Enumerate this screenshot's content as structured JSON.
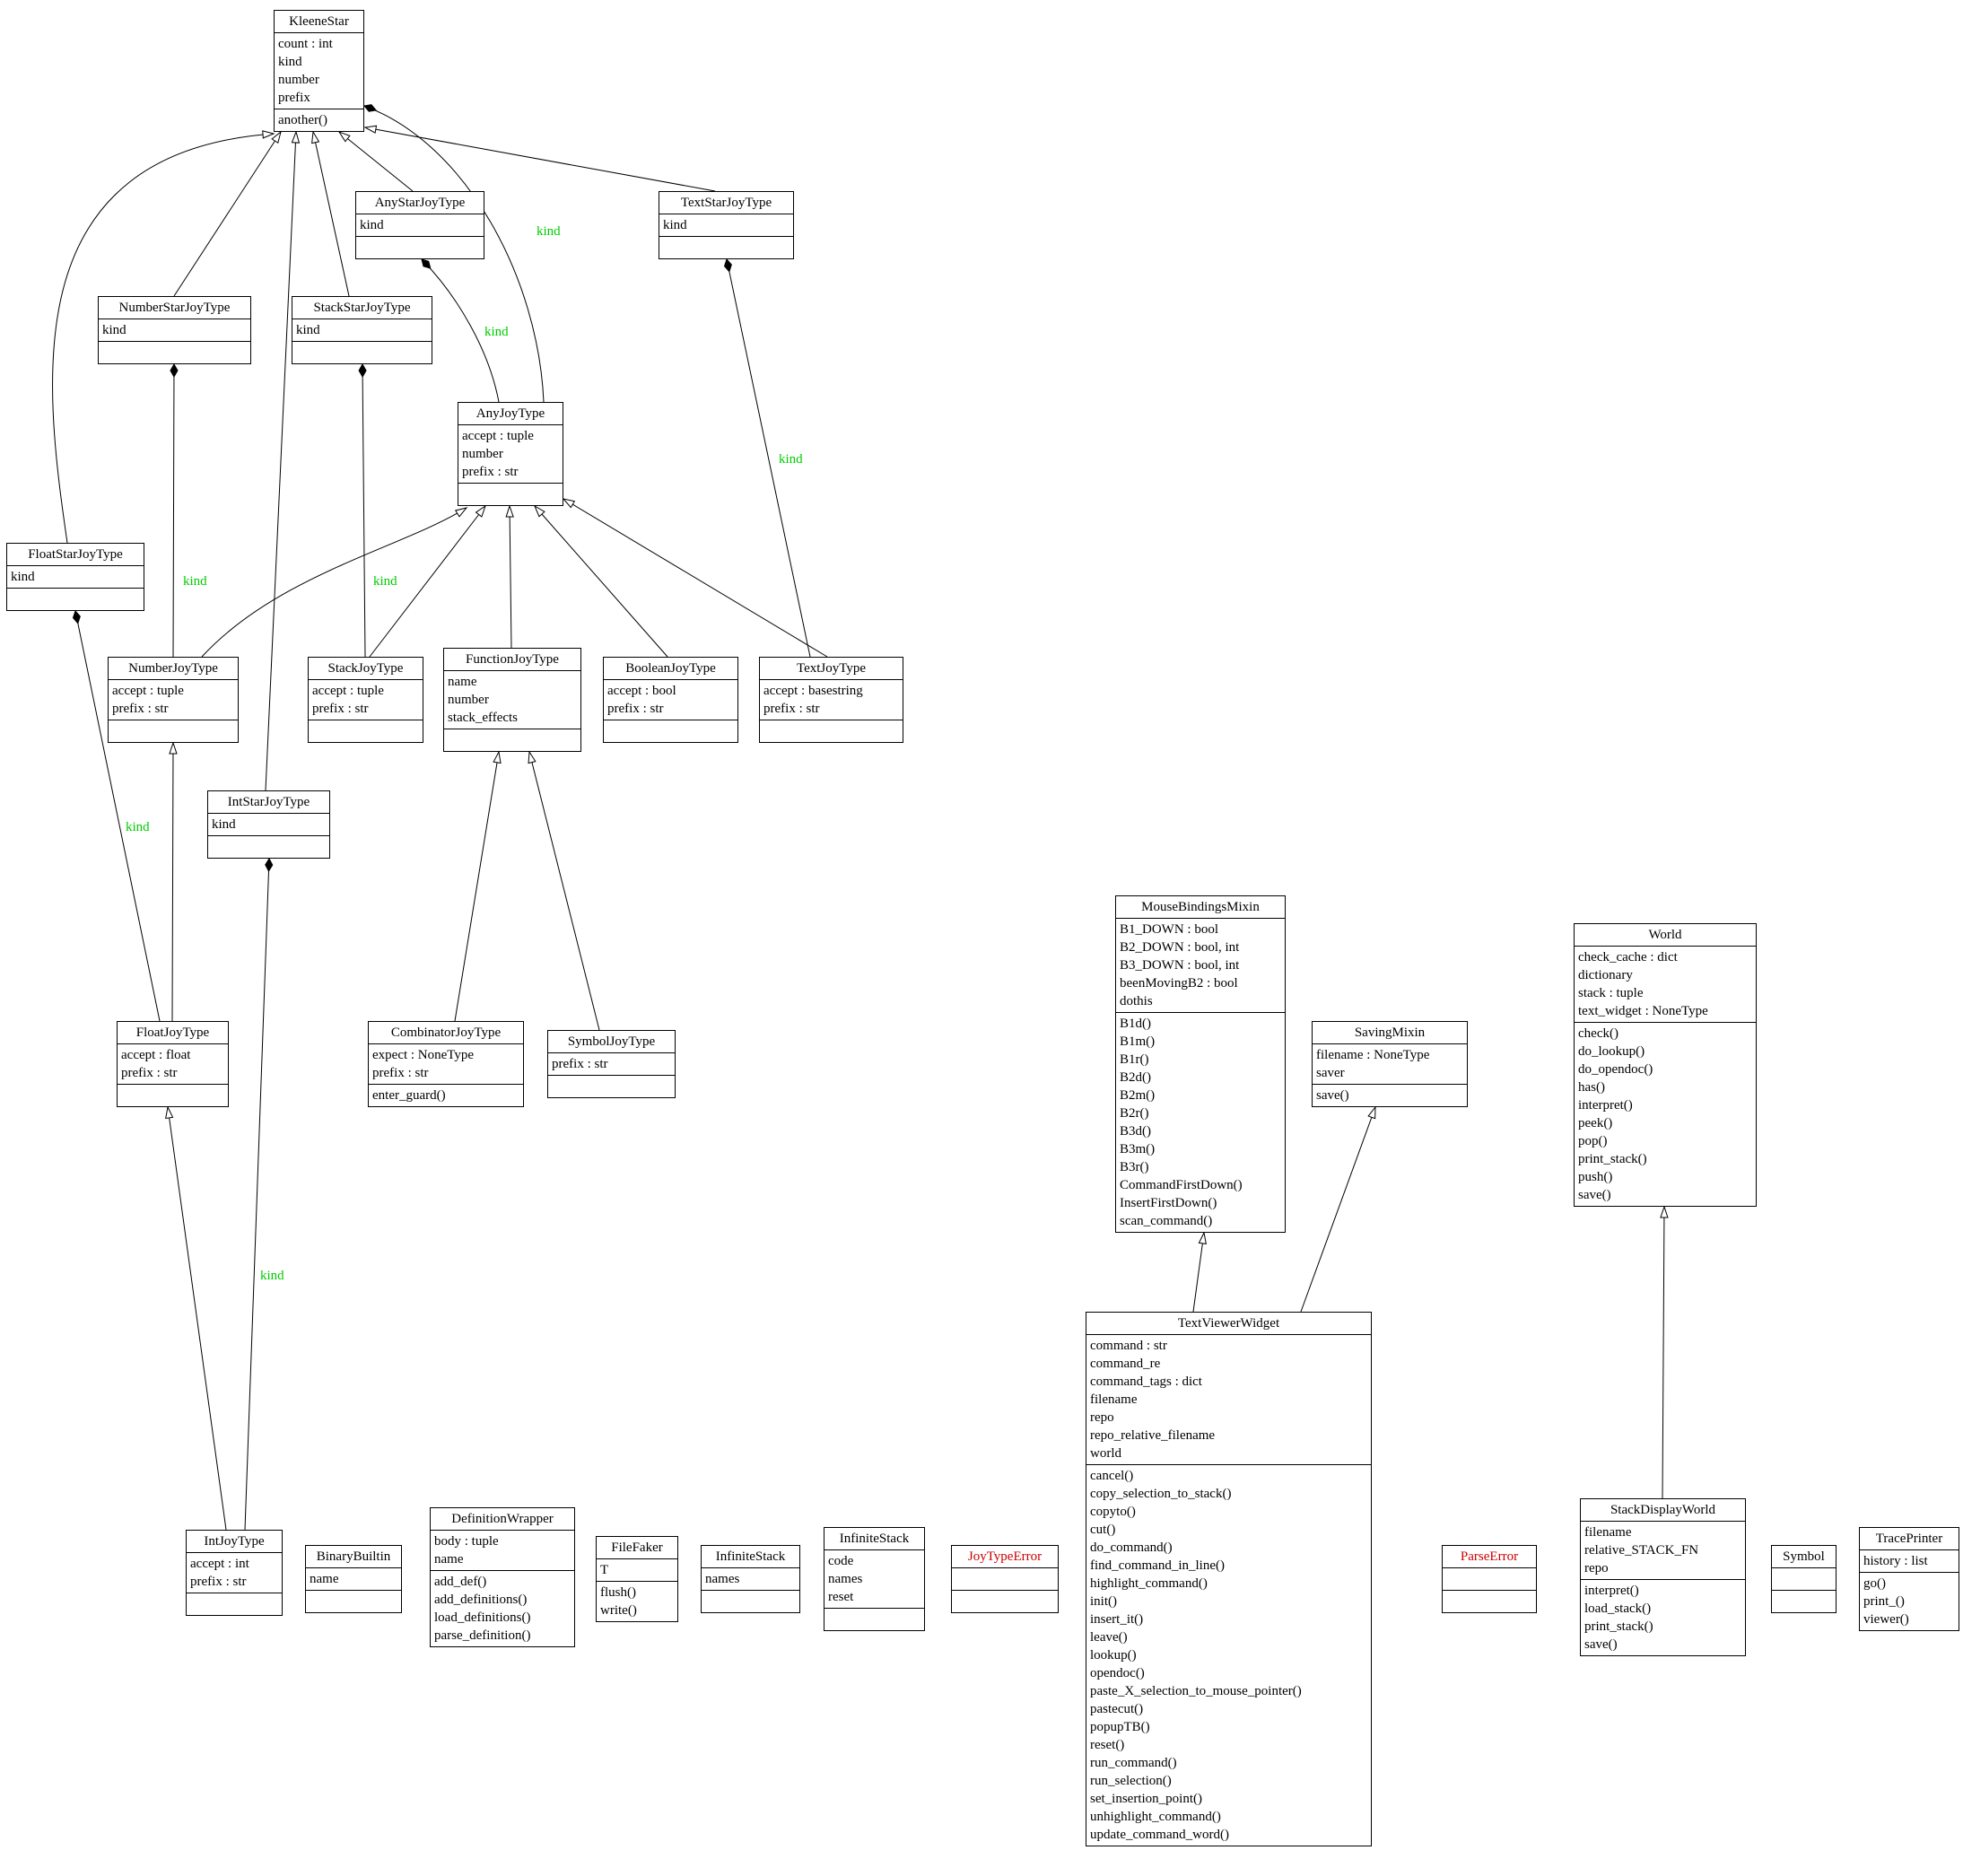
{
  "diagram": {
    "background_color": "#ffffff",
    "edge_label_color": "#00cc00",
    "error_class_color": "#cc0000"
  },
  "classes": {
    "KleeneStar": {
      "name": "KleeneStar",
      "attributes": [
        "count : int",
        "kind",
        "number",
        "prefix"
      ],
      "methods": [
        "another()"
      ]
    },
    "AnyStarJoyType": {
      "name": "AnyStarJoyType",
      "attributes": [
        "kind"
      ],
      "methods": []
    },
    "TextStarJoyType": {
      "name": "TextStarJoyType",
      "attributes": [
        "kind"
      ],
      "methods": []
    },
    "NumberStarJoyType": {
      "name": "NumberStarJoyType",
      "attributes": [
        "kind"
      ],
      "methods": []
    },
    "StackStarJoyType": {
      "name": "StackStarJoyType",
      "attributes": [
        "kind"
      ],
      "methods": []
    },
    "AnyJoyType": {
      "name": "AnyJoyType",
      "attributes": [
        "accept : tuple",
        "number",
        "prefix : str"
      ],
      "methods": []
    },
    "FloatStarJoyType": {
      "name": "FloatStarJoyType",
      "attributes": [
        "kind"
      ],
      "methods": []
    },
    "NumberJoyType": {
      "name": "NumberJoyType",
      "attributes": [
        "accept : tuple",
        "prefix : str"
      ],
      "methods": []
    },
    "StackJoyType": {
      "name": "StackJoyType",
      "attributes": [
        "accept : tuple",
        "prefix : str"
      ],
      "methods": []
    },
    "FunctionJoyType": {
      "name": "FunctionJoyType",
      "attributes": [
        "name",
        "number",
        "stack_effects"
      ],
      "methods": []
    },
    "BooleanJoyType": {
      "name": "BooleanJoyType",
      "attributes": [
        "accept : bool",
        "prefix : str"
      ],
      "methods": []
    },
    "TextJoyType": {
      "name": "TextJoyType",
      "attributes": [
        "accept : basestring",
        "prefix : str"
      ],
      "methods": []
    },
    "IntStarJoyType": {
      "name": "IntStarJoyType",
      "attributes": [
        "kind"
      ],
      "methods": []
    },
    "FloatJoyType": {
      "name": "FloatJoyType",
      "attributes": [
        "accept : float",
        "prefix : str"
      ],
      "methods": []
    },
    "CombinatorJoyType": {
      "name": "CombinatorJoyType",
      "attributes": [
        "expect : NoneType",
        "prefix : str"
      ],
      "methods": [
        "enter_guard()"
      ]
    },
    "SymbolJoyType": {
      "name": "SymbolJoyType",
      "attributes": [
        "prefix : str"
      ],
      "methods": []
    },
    "MouseBindingsMixin": {
      "name": "MouseBindingsMixin",
      "attributes": [
        "B1_DOWN : bool",
        "B2_DOWN : bool, int",
        "B3_DOWN : bool, int",
        "beenMovingB2 : bool",
        "dothis"
      ],
      "methods": [
        "B1d()",
        "B1m()",
        "B1r()",
        "B2d()",
        "B2m()",
        "B2r()",
        "B3d()",
        "B3m()",
        "B3r()",
        "CommandFirstDown()",
        "InsertFirstDown()",
        "scan_command()"
      ]
    },
    "SavingMixin": {
      "name": "SavingMixin",
      "attributes": [
        "filename : NoneType",
        "saver"
      ],
      "methods": [
        "save()"
      ]
    },
    "World": {
      "name": "World",
      "attributes": [
        "check_cache : dict",
        "dictionary",
        "stack : tuple",
        "text_widget : NoneType"
      ],
      "methods": [
        "check()",
        "do_lookup()",
        "do_opendoc()",
        "has()",
        "interpret()",
        "peek()",
        "pop()",
        "print_stack()",
        "push()",
        "save()"
      ]
    },
    "TextViewerWidget": {
      "name": "TextViewerWidget",
      "attributes": [
        "command : str",
        "command_re",
        "command_tags : dict",
        "filename",
        "repo",
        "repo_relative_filename",
        "world"
      ],
      "methods": [
        "cancel()",
        "copy_selection_to_stack()",
        "copyto()",
        "cut()",
        "do_command()",
        "find_command_in_line()",
        "highlight_command()",
        "init()",
        "insert_it()",
        "leave()",
        "lookup()",
        "opendoc()",
        "paste_X_selection_to_mouse_pointer()",
        "pastecut()",
        "popupTB()",
        "reset()",
        "run_command()",
        "run_selection()",
        "set_insertion_point()",
        "unhighlight_command()",
        "update_command_word()"
      ]
    },
    "IntJoyType": {
      "name": "IntJoyType",
      "attributes": [
        "accept : int",
        "prefix : str"
      ],
      "methods": []
    },
    "BinaryBuiltin": {
      "name": "BinaryBuiltin",
      "attributes": [
        "name"
      ],
      "methods": []
    },
    "DefinitionWrapper": {
      "name": "DefinitionWrapper",
      "attributes": [
        "body : tuple",
        "name"
      ],
      "methods": [
        "add_def()",
        "add_definitions()",
        "load_definitions()",
        "parse_definition()"
      ]
    },
    "FileFaker": {
      "name": "FileFaker",
      "attributes": [
        "T"
      ],
      "methods": [
        "flush()",
        "write()"
      ]
    },
    "InfiniteStack1": {
      "name": "InfiniteStack",
      "attributes": [
        "names"
      ],
      "methods": []
    },
    "InfiniteStack2": {
      "name": "InfiniteStack",
      "attributes": [
        "code",
        "names",
        "reset"
      ],
      "methods": []
    },
    "JoyTypeError": {
      "name": "JoyTypeError",
      "attributes": [],
      "methods": []
    },
    "ParseError": {
      "name": "ParseError",
      "attributes": [],
      "methods": []
    },
    "StackDisplayWorld": {
      "name": "StackDisplayWorld",
      "attributes": [
        "filename",
        "relative_STACK_FN",
        "repo"
      ],
      "methods": [
        "interpret()",
        "load_stack()",
        "print_stack()",
        "save()"
      ]
    },
    "Symbol": {
      "name": "Symbol",
      "attributes": [],
      "methods": []
    },
    "TracePrinter": {
      "name": "TracePrinter",
      "attributes": [
        "history : list"
      ],
      "methods": [
        "go()",
        "print_()",
        "viewer()"
      ]
    }
  },
  "relationships": [
    {
      "from": "KleeneStar",
      "to": "AnyJoyType",
      "type": "composition",
      "label": "kind"
    },
    {
      "from": "AnyStarJoyType",
      "to": "AnyJoyType",
      "type": "composition",
      "label": "kind"
    },
    {
      "from": "NumberStarJoyType",
      "to": "NumberJoyType",
      "type": "composition",
      "label": "kind"
    },
    {
      "from": "StackStarJoyType",
      "to": "StackJoyType",
      "type": "composition",
      "label": "kind"
    },
    {
      "from": "TextStarJoyType",
      "to": "TextJoyType",
      "type": "composition",
      "label": "kind"
    },
    {
      "from": "FloatStarJoyType",
      "to": "FloatJoyType",
      "type": "composition",
      "label": "kind"
    },
    {
      "from": "IntStarJoyType",
      "to": "IntJoyType",
      "type": "composition",
      "label": "kind"
    },
    {
      "from": "NumberStarJoyType",
      "to": "KleeneStar",
      "type": "inheritance",
      "label": ""
    },
    {
      "from": "StackStarJoyType",
      "to": "KleeneStar",
      "type": "inheritance",
      "label": ""
    },
    {
      "from": "AnyStarJoyType",
      "to": "KleeneStar",
      "type": "inheritance",
      "label": ""
    },
    {
      "from": "TextStarJoyType",
      "to": "KleeneStar",
      "type": "inheritance",
      "label": ""
    },
    {
      "from": "FloatStarJoyType",
      "to": "KleeneStar",
      "type": "inheritance",
      "label": ""
    },
    {
      "from": "IntStarJoyType",
      "to": "KleeneStar",
      "type": "inheritance",
      "label": ""
    },
    {
      "from": "NumberJoyType",
      "to": "AnyJoyType",
      "type": "inheritance",
      "label": ""
    },
    {
      "from": "StackJoyType",
      "to": "AnyJoyType",
      "type": "inheritance",
      "label": ""
    },
    {
      "from": "FunctionJoyType",
      "to": "AnyJoyType",
      "type": "inheritance",
      "label": ""
    },
    {
      "from": "BooleanJoyType",
      "to": "AnyJoyType",
      "type": "inheritance",
      "label": ""
    },
    {
      "from": "TextJoyType",
      "to": "AnyJoyType",
      "type": "inheritance",
      "label": ""
    },
    {
      "from": "FloatJoyType",
      "to": "NumberJoyType",
      "type": "inheritance",
      "label": ""
    },
    {
      "from": "IntJoyType",
      "to": "FloatJoyType",
      "type": "inheritance",
      "label": ""
    },
    {
      "from": "CombinatorJoyType",
      "to": "FunctionJoyType",
      "type": "inheritance",
      "label": ""
    },
    {
      "from": "SymbolJoyType",
      "to": "FunctionJoyType",
      "type": "inheritance",
      "label": ""
    },
    {
      "from": "TextViewerWidget",
      "to": "MouseBindingsMixin",
      "type": "inheritance",
      "label": ""
    },
    {
      "from": "TextViewerWidget",
      "to": "SavingMixin",
      "type": "inheritance",
      "label": ""
    },
    {
      "from": "StackDisplayWorld",
      "to": "World",
      "type": "inheritance",
      "label": ""
    }
  ]
}
